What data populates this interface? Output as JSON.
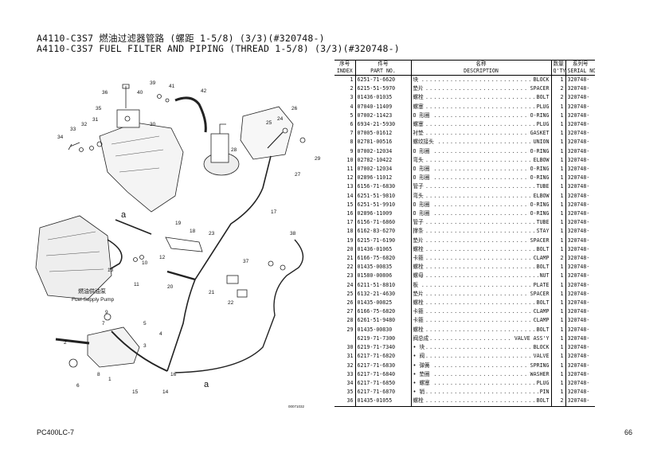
{
  "title": {
    "line1": "A4110-C3S7 燃油过滤器管路 (螺距 1-5/8) (3/3)(#320748-)",
    "line2": "A4110-C3S7 FUEL FILTER AND PIPING (THREAD 1-5/8) (3/3)(#320748-)"
  },
  "diagram": {
    "pump_label_cn": "燃油供油泵",
    "pump_label_en": "Fuel Supply Pump",
    "ref_a": "a",
    "ref_a2": "a",
    "image_code": "00071032",
    "callouts": [
      "1",
      "2",
      "3",
      "4",
      "5",
      "6",
      "7",
      "8",
      "9",
      "10",
      "11",
      "12",
      "13",
      "14",
      "15",
      "16",
      "17",
      "18",
      "19",
      "20",
      "21",
      "22",
      "23",
      "24",
      "25",
      "26",
      "27",
      "28",
      "29",
      "30",
      "31",
      "32",
      "33",
      "34",
      "35",
      "36",
      "37",
      "38",
      "39",
      "40",
      "41",
      "42"
    ]
  },
  "table": {
    "headers": {
      "index_cn": "序号",
      "index_en": "INDEX",
      "part_cn": "件号",
      "part_en": "PART NO.",
      "desc_cn": "名称",
      "desc_en": "DESCRIPTION",
      "qty_cn": "数量",
      "qty_en": "Q'TY",
      "serial_cn": "系列号",
      "serial_en": "SERIAL NO."
    },
    "rows": [
      {
        "index": "1",
        "part": "6251-71-6620",
        "cn": "块",
        "en": "BLOCK",
        "qty": "1",
        "serial": "320748-"
      },
      {
        "index": "2",
        "part": "6215-51-5970",
        "cn": "垫片",
        "en": "SPACER",
        "qty": "2",
        "serial": "320748-"
      },
      {
        "index": "3",
        "part": "01436-01035",
        "cn": "螺栓",
        "en": "BOLT",
        "qty": "2",
        "serial": "320748-"
      },
      {
        "index": "4",
        "part": "07040-11409",
        "cn": "螺塞",
        "en": "PLUG",
        "qty": "1",
        "serial": "320748-"
      },
      {
        "index": "5",
        "part": "07002-11423",
        "cn": "O 形圈",
        "en": "O-RING",
        "qty": "1",
        "serial": "320748-"
      },
      {
        "index": "6",
        "part": "6934-21-5930",
        "cn": "螺塞",
        "en": "PLUG",
        "qty": "1",
        "serial": "320748-"
      },
      {
        "index": "7",
        "part": "07005-01612",
        "cn": "衬垫",
        "en": "GASKET",
        "qty": "1",
        "serial": "320748-"
      },
      {
        "index": "8",
        "part": "02781-00516",
        "cn": "螺纹接头",
        "en": "UNION",
        "qty": "1",
        "serial": "320748-"
      },
      {
        "index": "9",
        "part": "07002-12034",
        "cn": "O 形圈",
        "en": "O-RING",
        "qty": "1",
        "serial": "320748-"
      },
      {
        "index": "10",
        "part": "02782-10422",
        "cn": "弯头",
        "en": "ELBOW",
        "qty": "1",
        "serial": "320748-"
      },
      {
        "index": "11",
        "part": "07002-12034",
        "cn": "O 形圈",
        "en": "O-RING",
        "qty": "1",
        "serial": "320748-"
      },
      {
        "index": "12",
        "part": "02896-11012",
        "cn": "O 形圈",
        "en": "O-RING",
        "qty": "1",
        "serial": "320748-"
      },
      {
        "index": "13",
        "part": "6156-71-6830",
        "cn": "管子",
        "en": "TUBE",
        "qty": "1",
        "serial": "320748-"
      },
      {
        "index": "14",
        "part": "6251-51-9810",
        "cn": "弯头",
        "en": "ELBOW",
        "qty": "1",
        "serial": "320748-"
      },
      {
        "index": "15",
        "part": "6251-51-9910",
        "cn": "O 形圈",
        "en": "O-RING",
        "qty": "1",
        "serial": "320748-"
      },
      {
        "index": "16",
        "part": "02896-11009",
        "cn": "O 形圈",
        "en": "O-RING",
        "qty": "1",
        "serial": "320748-"
      },
      {
        "index": "17",
        "part": "6156-71-6860",
        "cn": "管子",
        "en": "TUBE",
        "qty": "1",
        "serial": "320748-"
      },
      {
        "index": "18",
        "part": "6162-83-6270",
        "cn": "撑条",
        "en": "STAY",
        "qty": "1",
        "serial": "320748-"
      },
      {
        "index": "19",
        "part": "6215-71-6190",
        "cn": "垫片",
        "en": "SPACER",
        "qty": "1",
        "serial": "320748-"
      },
      {
        "index": "20",
        "part": "01436-01065",
        "cn": "螺栓",
        "en": "BOLT",
        "qty": "1",
        "serial": "320748-"
      },
      {
        "index": "21",
        "part": "6166-75-6820",
        "cn": "卡箍",
        "en": "CLAMP",
        "qty": "2",
        "serial": "320748-"
      },
      {
        "index": "22",
        "part": "01435-00835",
        "cn": "螺栓",
        "en": "BOLT",
        "qty": "1",
        "serial": "320748-"
      },
      {
        "index": "23",
        "part": "01580-00806",
        "cn": "螺母",
        "en": "NUT",
        "qty": "1",
        "serial": "320748-"
      },
      {
        "index": "24",
        "part": "6211-51-8810",
        "cn": "板",
        "en": "PLATE",
        "qty": "1",
        "serial": "320748-"
      },
      {
        "index": "25",
        "part": "6132-21-4630",
        "cn": "垫片",
        "en": "SPACER",
        "qty": "1",
        "serial": "320748-"
      },
      {
        "index": "26",
        "part": "01435-00825",
        "cn": "螺栓",
        "en": "BOLT",
        "qty": "1",
        "serial": "320748-"
      },
      {
        "index": "27",
        "part": "6166-75-6820",
        "cn": "卡箍",
        "en": "CLAMP",
        "qty": "1",
        "serial": "320748-"
      },
      {
        "index": "28",
        "part": "6261-51-9480",
        "cn": "卡箍",
        "en": "CLAMP",
        "qty": "1",
        "serial": "320748-"
      },
      {
        "index": "29",
        "part": "01435-00830",
        "cn": "螺栓",
        "en": "BOLT",
        "qty": "1",
        "serial": "320748-"
      },
      {
        "index": "",
        "part": "6219-71-7300",
        "cn": "阀总成",
        "en": "VALVE ASS'Y",
        "qty": "1",
        "serial": "320748-"
      },
      {
        "index": "30",
        "part": "6219-71-7340",
        "cn": "• 块",
        "en": "BLOCK",
        "qty": "1",
        "serial": "320748-"
      },
      {
        "index": "31",
        "part": "6217-71-6820",
        "cn": "• 阀",
        "en": "VALVE",
        "qty": "1",
        "serial": "320748-"
      },
      {
        "index": "32",
        "part": "6217-71-6830",
        "cn": "• 弹簧",
        "en": "SPRING",
        "qty": "1",
        "serial": "320748-"
      },
      {
        "index": "33",
        "part": "6217-71-6840",
        "cn": "• 垫圈",
        "en": "WASHER",
        "qty": "1",
        "serial": "320748-"
      },
      {
        "index": "34",
        "part": "6217-71-6850",
        "cn": "• 螺塞",
        "en": "PLUG",
        "qty": "1",
        "serial": "320748-"
      },
      {
        "index": "35",
        "part": "6217-71-6870",
        "cn": "• 销",
        "en": "PIN",
        "qty": "1",
        "serial": "320748-"
      },
      {
        "index": "36",
        "part": "01435-01055",
        "cn": "螺栓",
        "en": "BOLT",
        "qty": "2",
        "serial": "320748-"
      }
    ]
  },
  "footer": {
    "model": "PC400LC-7",
    "page": "66"
  }
}
